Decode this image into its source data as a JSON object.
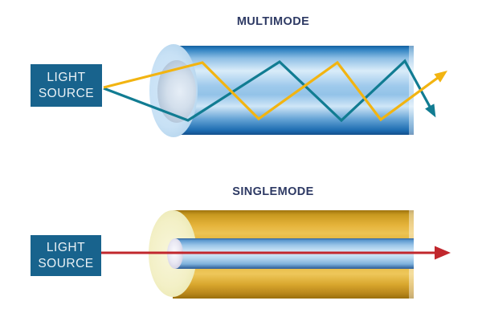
{
  "diagram": {
    "sections": [
      {
        "id": "multimode",
        "title": "MULTIMODE",
        "source": {
          "line1": "LIGHT",
          "line2": "SOURCE"
        },
        "rays": [
          {
            "name": "multimode-ray-yellow",
            "color": "#f2b411"
          },
          {
            "name": "multimode-ray-teal",
            "color": "#117c92"
          }
        ]
      },
      {
        "id": "singlemode",
        "title": "SINGLEMODE",
        "source": {
          "line1": "LIGHT",
          "line2": "SOURCE"
        },
        "rays": [
          {
            "name": "singlemode-ray-red",
            "color": "#c1272d"
          }
        ]
      }
    ],
    "colors": {
      "label_text": "#2e3a64",
      "source_box": "#18638d",
      "source_text": "#e9f1f5",
      "multimode_fiber_blue": "#1d6db1",
      "singlemode_jacket_gold": "#d8a42b",
      "singlemode_cladding_pale_yellow": "#f3f0c6",
      "core_blue_light": "#d9ecf9"
    }
  }
}
